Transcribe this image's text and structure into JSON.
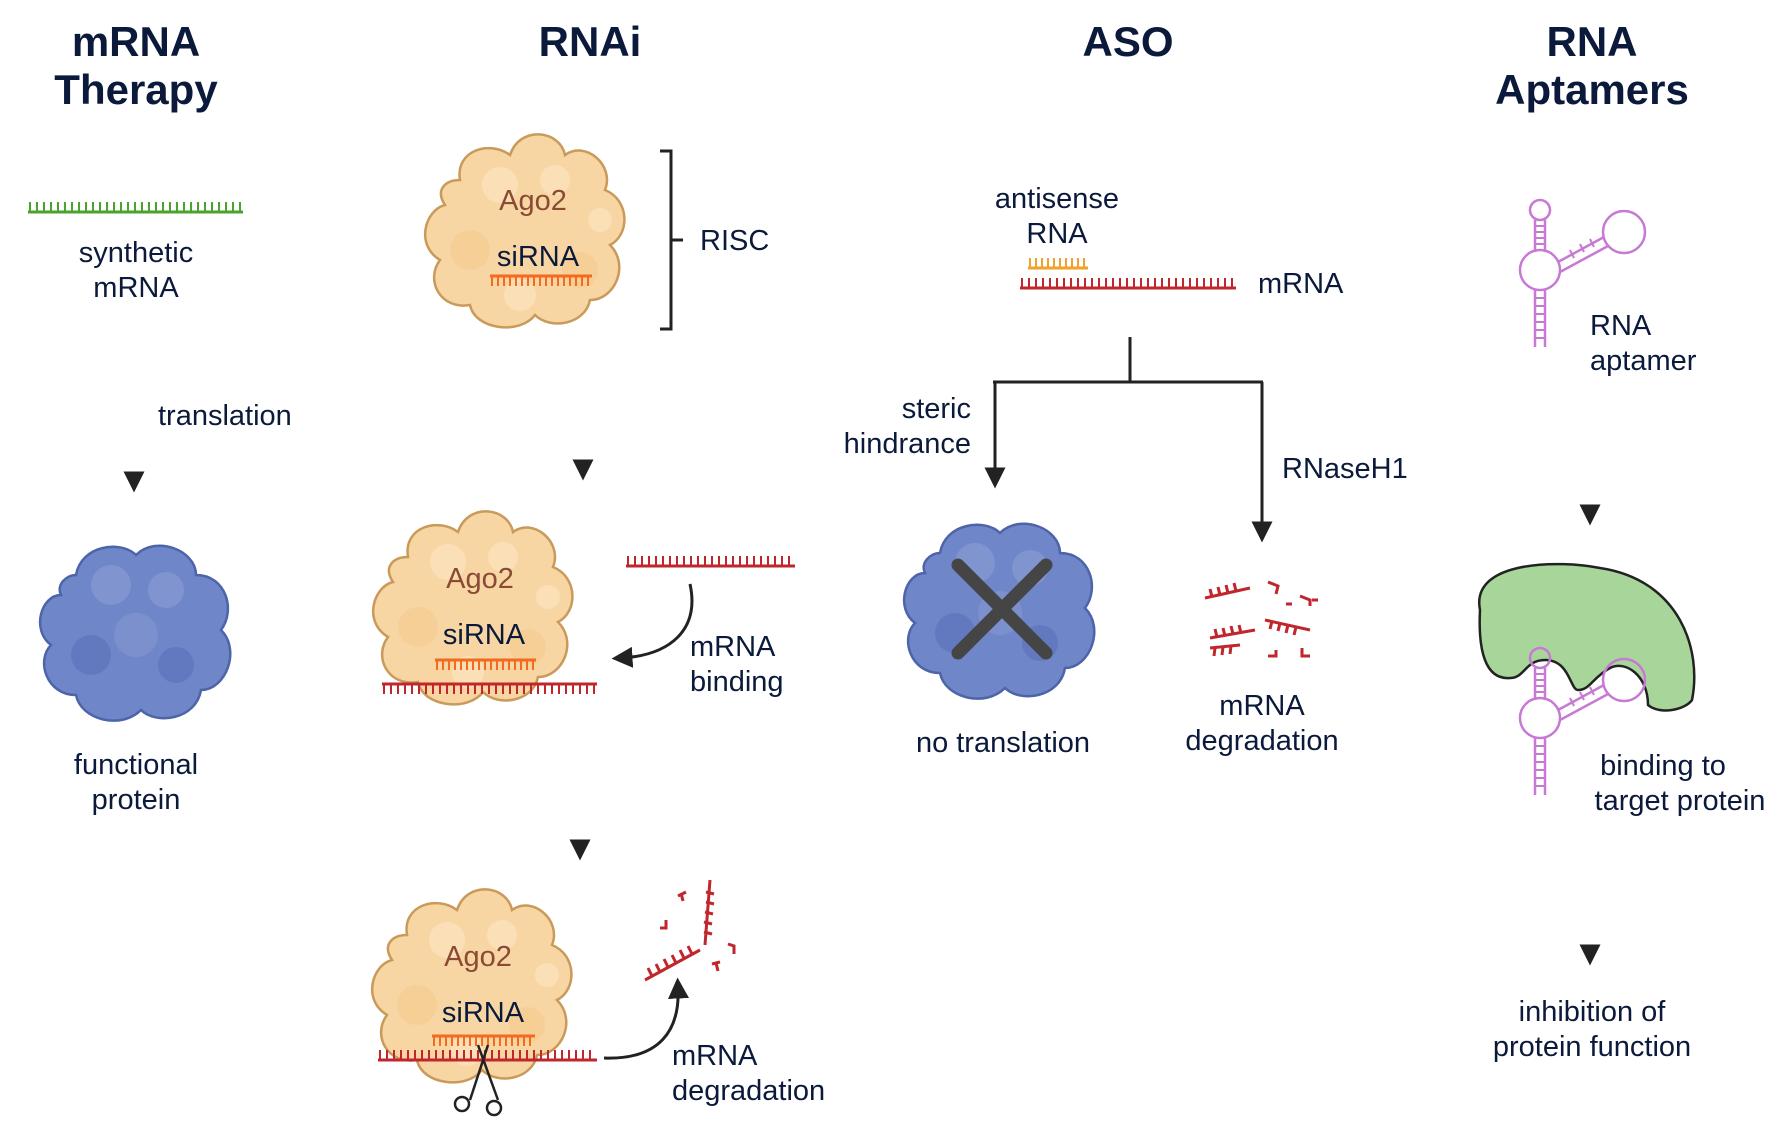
{
  "columns": {
    "mrna_therapy": {
      "title_line1": "mRNA",
      "title_line2": "Therapy",
      "synthetic_line1": "synthetic",
      "synthetic_line2": "mRNA",
      "translation": "translation",
      "functional_line1": "functional",
      "functional_line2": "protein"
    },
    "rnai": {
      "title": "RNAi",
      "ago2": "Ago2",
      "sirna": "siRNA",
      "risc": "RISC",
      "binding_line1": "mRNA",
      "binding_line2": "binding",
      "degradation_line1": "mRNA",
      "degradation_line2": "degradation"
    },
    "aso": {
      "title": "ASO",
      "antisense_line1": "antisense",
      "antisense_line2": "RNA",
      "mrna": "mRNA",
      "steric_line1": "steric",
      "steric_line2": "hindrance",
      "rnaseh1": "RNaseH1",
      "no_translation": "no translation",
      "degradation_line1": "mRNA",
      "degradation_line2": "degradation"
    },
    "aptamers": {
      "title_line1": "RNA",
      "title_line2": "Aptamers",
      "aptamer_line1": "RNA",
      "aptamer_line2": "aptamer",
      "binding_line1": "binding to",
      "binding_line2": "target protein",
      "inhibition_line1": "inhibition of",
      "inhibition_line2": "protein function"
    }
  },
  "colors": {
    "text": "#0b1a3b",
    "ago2_text": "#8a4a34",
    "mrna_strand": "#c0272d",
    "sirna_strand": "#f26b21",
    "synthetic_strand": "#4aa32c",
    "antisense_strand": "#f2a22a",
    "aptamer": "#c77ad4",
    "protein_blue": "#6f86c8",
    "ago_fill": "#f7d6a4",
    "target_protein": "#a8d59a"
  }
}
